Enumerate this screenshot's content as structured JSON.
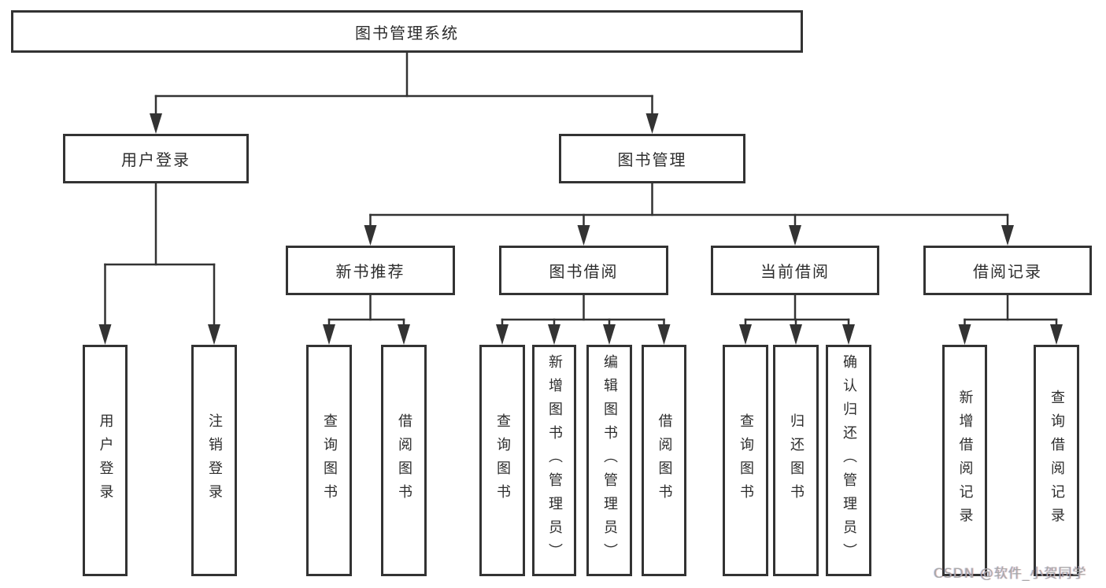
{
  "colors": {
    "line": "#333333",
    "text": "#2d2d2d",
    "watermark": "#a8a8a8",
    "background": "#ffffff"
  },
  "watermark": {
    "text": "CSDN @软件_小贺同学"
  },
  "tree": {
    "id": "library-system",
    "label": "图书管理系统",
    "children": [
      {
        "id": "user-login",
        "label": "用户登录",
        "children": [
          {
            "id": "leaf-user-login",
            "label": "用户登录"
          },
          {
            "id": "leaf-logout",
            "label": "注销登录"
          }
        ]
      },
      {
        "id": "book-mgmt",
        "label": "图书管理",
        "children": [
          {
            "id": "new-book-rec",
            "label": "新书推荐",
            "children": [
              {
                "id": "leaf-query-book-1",
                "label": "查询图书"
              },
              {
                "id": "leaf-borrow-book-1",
                "label": "借阅图书"
              }
            ]
          },
          {
            "id": "book-borrow",
            "label": "图书借阅",
            "children": [
              {
                "id": "leaf-query-book-2",
                "label": "查询图书"
              },
              {
                "id": "leaf-add-book",
                "label": "新增图书（管理员）"
              },
              {
                "id": "leaf-edit-book",
                "label": "编辑图书（管理员）"
              },
              {
                "id": "leaf-borrow-book-2",
                "label": "借阅图书"
              }
            ]
          },
          {
            "id": "current-borrow",
            "label": "当前借阅",
            "children": [
              {
                "id": "leaf-query-book-3",
                "label": "查询图书"
              },
              {
                "id": "leaf-return-book",
                "label": "归还图书"
              },
              {
                "id": "leaf-confirm-return",
                "label": "确认归还（管理员）"
              }
            ]
          },
          {
            "id": "borrow-record",
            "label": "借阅记录",
            "children": [
              {
                "id": "leaf-add-record",
                "label": "新增借阅记录"
              },
              {
                "id": "leaf-query-record",
                "label": "查询借阅记录"
              }
            ]
          }
        ]
      }
    ]
  }
}
